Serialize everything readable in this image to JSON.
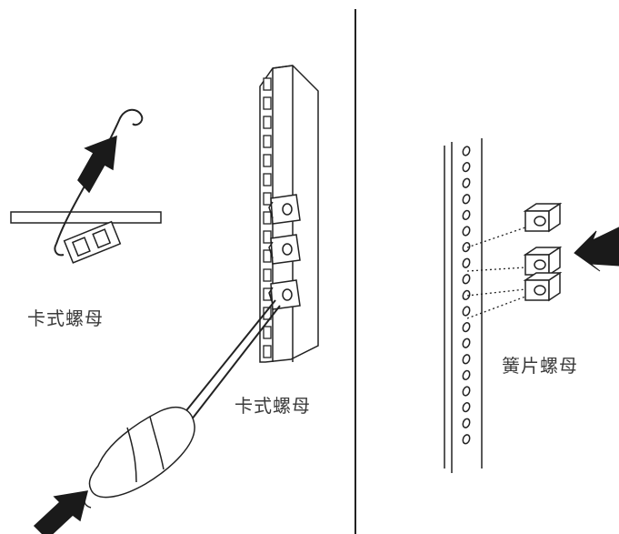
{
  "labels": {
    "cage_nut_detail": "卡式螺母",
    "cage_nut_rail": "卡式螺母",
    "spring_nut": "簧片螺母"
  },
  "colors": {
    "line": "#222222",
    "arrow": "#1a1a1a",
    "fill": "#ffffff"
  },
  "icons": {
    "direction_arrow": "thick-block-arrow",
    "tool": "screwdriver"
  }
}
